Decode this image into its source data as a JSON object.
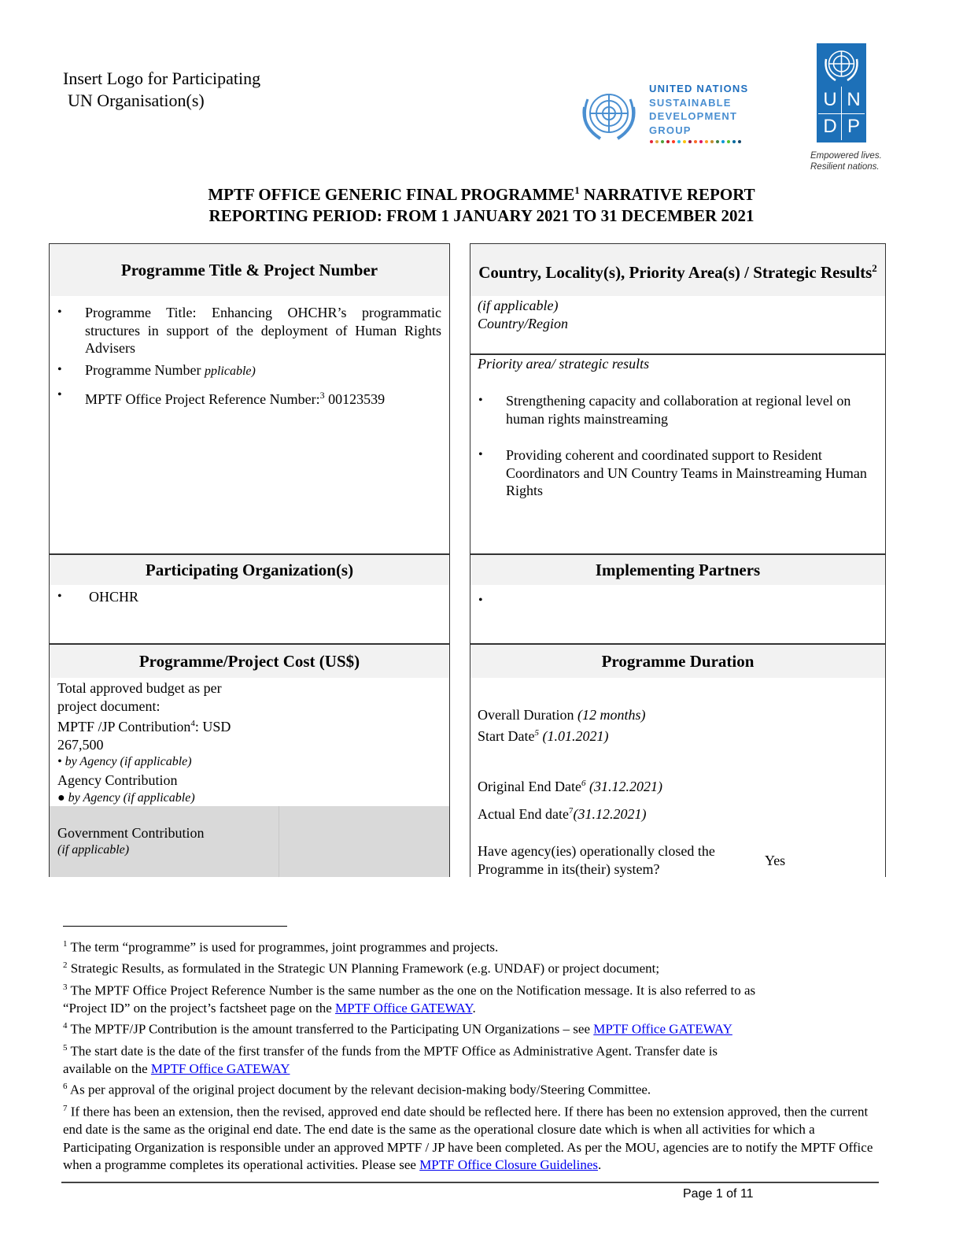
{
  "header": {
    "logo_placeholder_line1": "Insert Logo for Participating",
    "logo_placeholder_line2": "UN Organisation(s)",
    "unsdg_lines": [
      "UNITED NATIONS",
      "SUSTAINABLE",
      "DEVELOPMENT",
      "GROUP"
    ],
    "undp_letters": [
      "U",
      "N",
      "D",
      "P"
    ],
    "undp_tagline_1": "Empowered lives.",
    "undp_tagline_2": "Resilient nations."
  },
  "title": {
    "line1": "MPTF OFFICE GENERIC FINAL PROGRAMME",
    "line1_sup": "1",
    "line1_end": " NARRATIVE REPORT",
    "line2": "REPORTING PERIOD: FROM 1 JANUARY 2021 TO 31 DECEMBER 2021"
  },
  "programme": {
    "header": "Programme Title & Project Number",
    "title_item": "Programme Title: Enhancing OHCHR’s programmatic structures in support of the deployment of Human Rights Advisers",
    "number_label": "Programme Number ",
    "number_note": "pplicable)",
    "ref_label": "MPTF Office Project Reference Number:",
    "ref_sup": "3",
    "ref_value": " 00123539"
  },
  "country": {
    "header": "Country, Locality(s), Priority Area(s) / Strategic Results",
    "header_sup": "2",
    "if_applicable": "(if applicable)",
    "country_region": "Country/Region",
    "priority_label": "Priority area/ strategic results",
    "items": [
      "Strengthening capacity and collaboration at regional level on human rights mainstreaming",
      "Providing coherent and coordinated support to Resident Coordinators and UN Country Teams in Mainstreaming Human Rights"
    ]
  },
  "participating": {
    "header": "Participating Organization(s)",
    "items": [
      "OHCHR"
    ]
  },
  "implementing": {
    "header": "Implementing Partners"
  },
  "cost": {
    "header": "Programme/Project Cost (US$)",
    "budget_line1": "Total approved budget as per",
    "budget_line2": "project document:",
    "contrib_label": "MPTF /JP Contribution",
    "contrib_sup": "4",
    "contrib_value": ":  USD",
    "contrib_amount": "267,500",
    "by_agency_1": "by Agency (if applicable)",
    "agency_contribution": "Agency Contribution",
    "by_agency_2": "by Agency (if applicable)",
    "gov_contribution": "Government Contribution",
    "gov_if": "(if applicable)"
  },
  "duration": {
    "header": "Programme Duration",
    "overall_label": "Overall Duration ",
    "overall_value": "(12 months)",
    "start_label": "Start Date",
    "start_sup": "5",
    "start_value": " (1.01.2021)",
    "orig_end_label": "Original End Date",
    "orig_end_sup": "6",
    "orig_end_value": " (31.12.2021)",
    "actual_end_label": "Actual End date",
    "actual_end_sup": "7",
    "actual_end_value": "(31.12.2021)",
    "closed_q1": "Have agency(ies) operationally closed the",
    "closed_q2": "Programme in its(their) system?",
    "closed_answer": "Yes"
  },
  "footnotes": {
    "f1": "The term “programme” is used for programmes, joint programmes and projects.",
    "f2": "Strategic Results, as formulated in the Strategic UN Planning Framework (e.g. UNDAF) or project document;",
    "f3a": "The MPTF Office Project Reference Number is the same number as the one on the Notification message. It is also referred to as",
    "f3b": "“Project ID” on the project’s factsheet page on the ",
    "f4": "The MPTF/JP Contribution is the amount transferred to the Participating UN Organizations – see ",
    "f5a": "The start date is the date of the first transfer of the funds from the MPTF Office as Administrative Agent. Transfer date is",
    "f5b": "available on the ",
    "f6": "As per approval of the original project document by the relevant decision-making body/Steering Committee.",
    "f7": "If there has been an extension, then the revised, approved end date should be reflected here. If there has been no extension approved, then the current end date is the same as the original end date. The end date is the same as the operational closure date which is when all activities for which a Participating Organization is responsible under an approved MPTF / JP have been completed. As per the MOU, agencies are to notify the MPTF Office when a programme completes its operational activities. Please see ",
    "gateway_link": "MPTF Office GATEWAY",
    "closure_link": "MPTF Office Closure Guidelines"
  },
  "page_number": "Page 1 of 11"
}
